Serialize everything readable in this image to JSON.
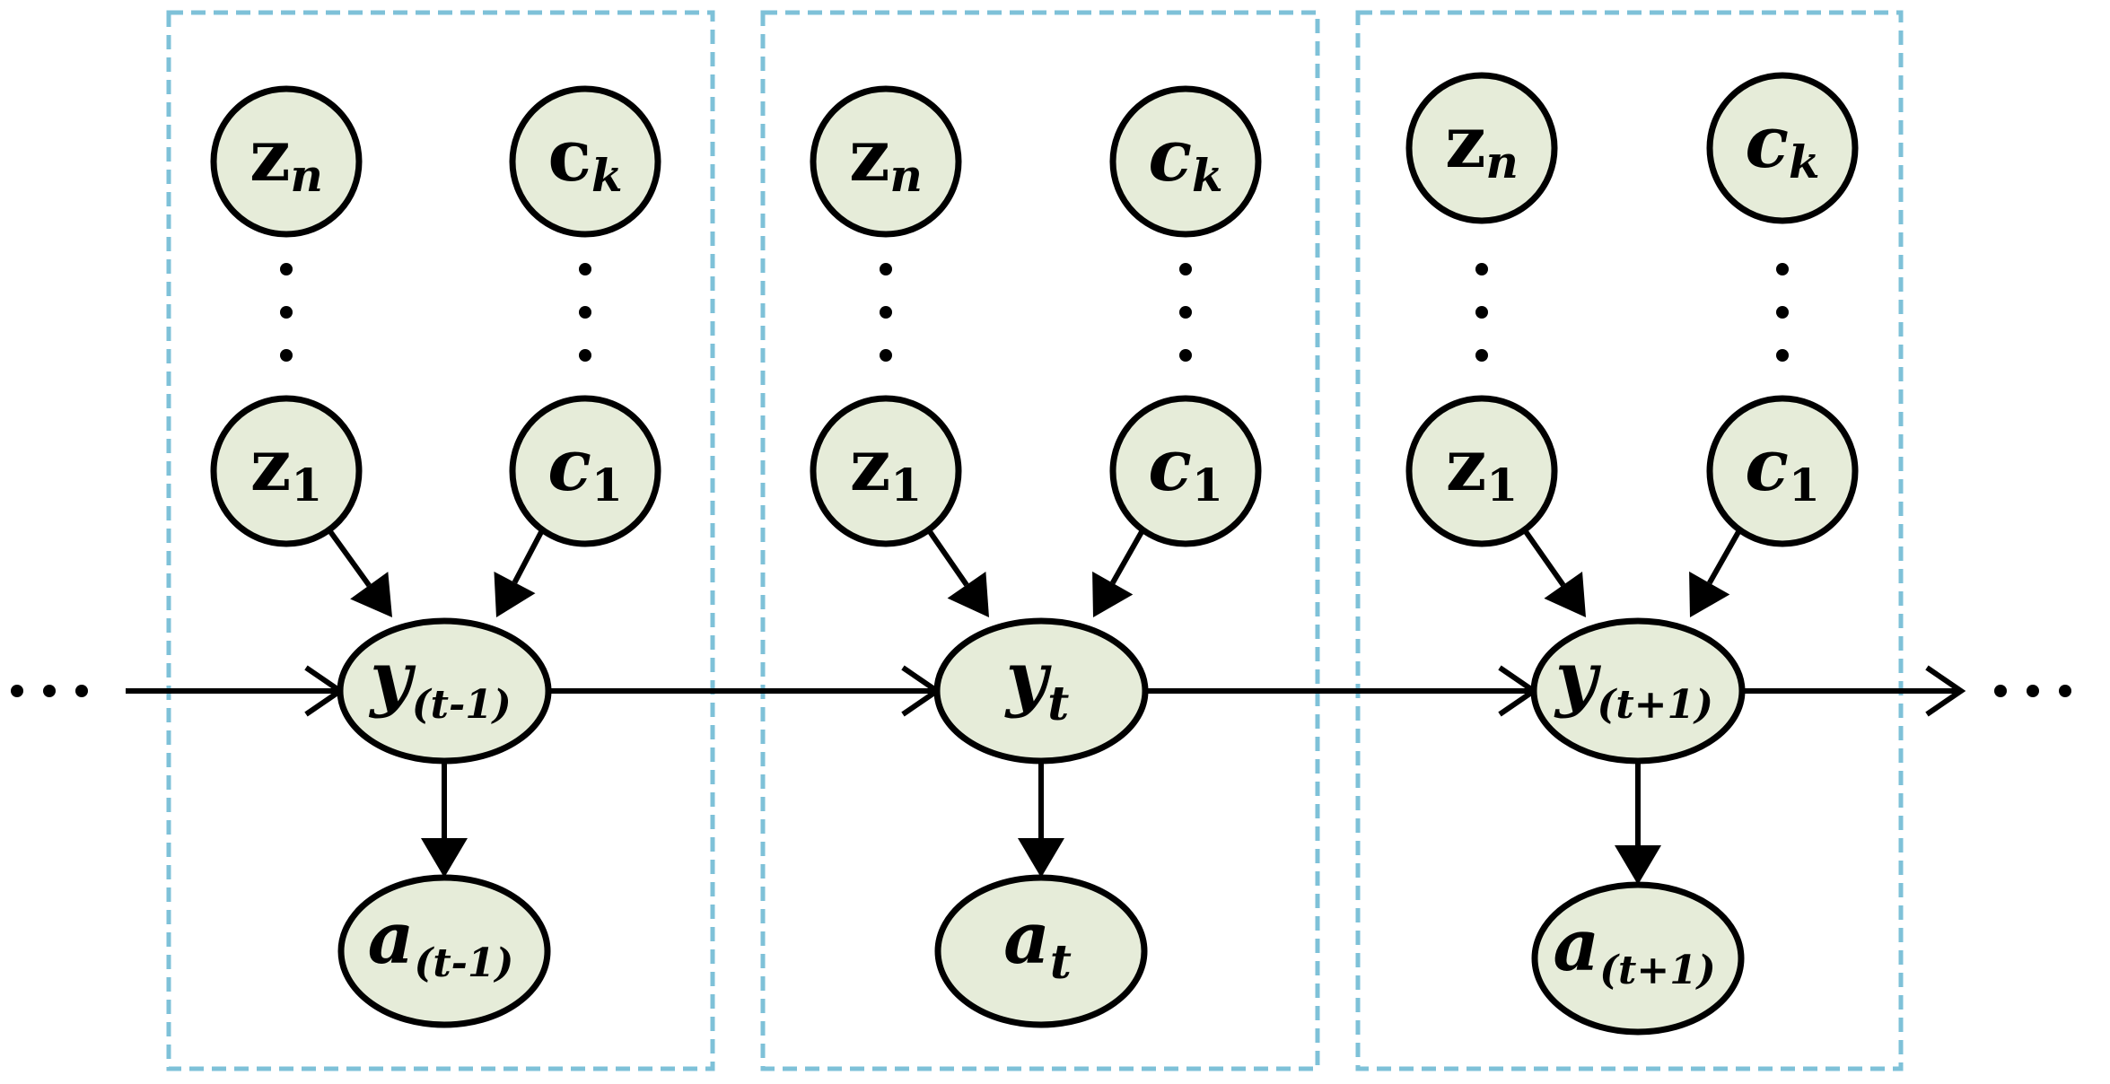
{
  "slices": [
    {
      "z_top": {
        "main": "z",
        "sub": "n",
        "italic": false
      },
      "c_top": {
        "main": "c",
        "sub": "k",
        "italic": false
      },
      "z_bottom": {
        "main": "z",
        "sub": "1",
        "italic": false
      },
      "c_bottom": {
        "main": "c",
        "sub": "1",
        "italic": true
      },
      "y": {
        "main": "y",
        "sub": "(t-1)"
      },
      "a": {
        "main": "a",
        "sub": "(t-1)"
      }
    },
    {
      "z_top": {
        "main": "z",
        "sub": "n",
        "italic": false
      },
      "c_top": {
        "main": "c",
        "sub": "k",
        "italic": true
      },
      "z_bottom": {
        "main": "z",
        "sub": "1",
        "italic": false
      },
      "c_bottom": {
        "main": "c",
        "sub": "1",
        "italic": true
      },
      "y": {
        "main": "y",
        "sub": "t"
      },
      "a": {
        "main": "a",
        "sub": "t"
      }
    },
    {
      "z_top": {
        "main": "z",
        "sub": "n",
        "italic": false
      },
      "c_top": {
        "main": "c",
        "sub": "k",
        "italic": true
      },
      "z_bottom": {
        "main": "z",
        "sub": "1",
        "italic": false
      },
      "c_bottom": {
        "main": "c",
        "sub": "1",
        "italic": true
      },
      "y": {
        "main": "y",
        "sub": "(t+1)"
      },
      "a": {
        "main": "a",
        "sub": "(t+1)"
      }
    }
  ],
  "colors": {
    "node_fill": "#e6ecd9",
    "slice_border": "#7ec1d8",
    "edge": "#000000"
  }
}
